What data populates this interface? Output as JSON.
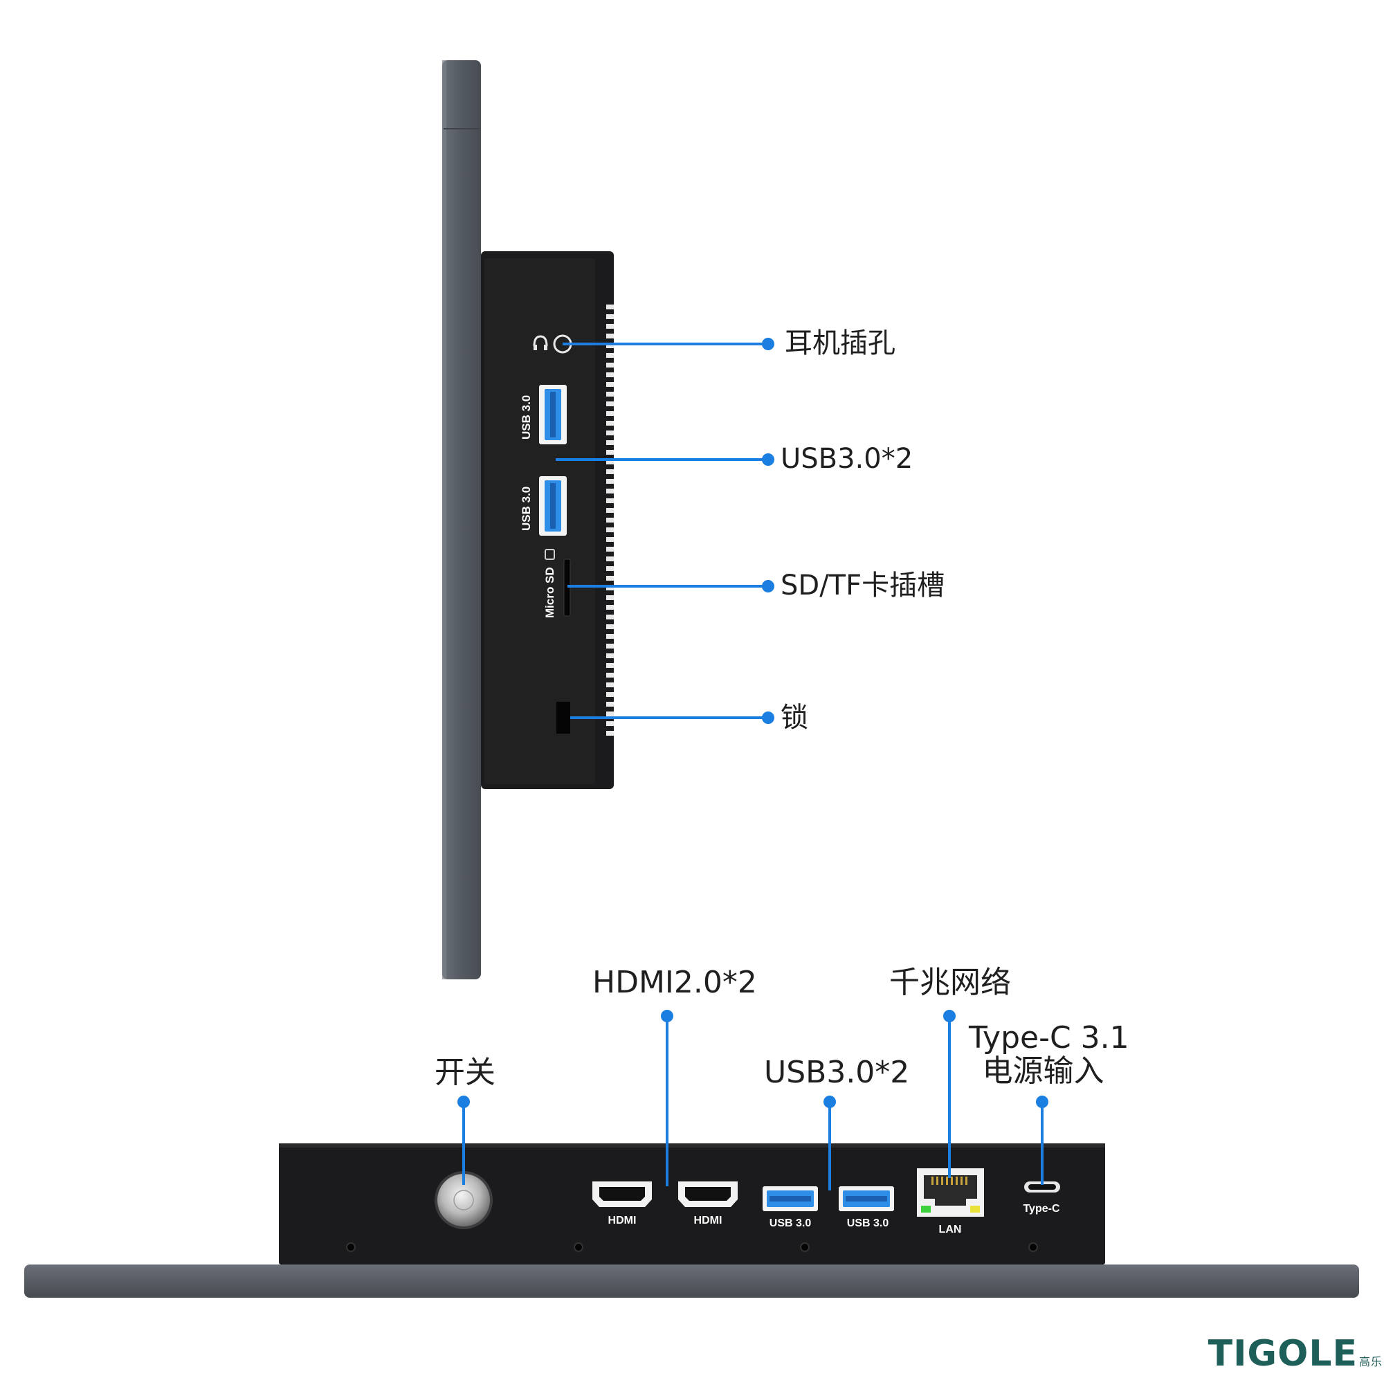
{
  "side_view": {
    "callouts": {
      "headphone": "耳机插孔",
      "usb": "USB3.0*2",
      "sd": "SD/TF卡插槽",
      "lock": "锁"
    },
    "port_labels": {
      "usb_top": "USB 3.0",
      "usb_bottom": "USB 3.0",
      "micro_sd": "Micro SD"
    }
  },
  "bottom_view": {
    "callouts": {
      "power_switch": "开关",
      "hdmi": "HDMI2.0*2",
      "usb": "USB3.0*2",
      "lan": "千兆网络",
      "typec_line1": "Type-C 3.1",
      "typec_line2": "电源输入"
    },
    "port_labels": {
      "hdmi_1": "HDMI",
      "hdmi_2": "HDMI",
      "usb_1": "USB 3.0",
      "usb_2": "USB 3.0",
      "lan": "LAN",
      "typec": "Type-C"
    }
  },
  "brand": {
    "name": "TIGOLE",
    "sub": "高乐"
  },
  "colors": {
    "leader_line": "#1a7fe0",
    "case": "#1b1b1d",
    "bezel": "#5a5f68",
    "usb_blue": "#2f8fe8"
  }
}
